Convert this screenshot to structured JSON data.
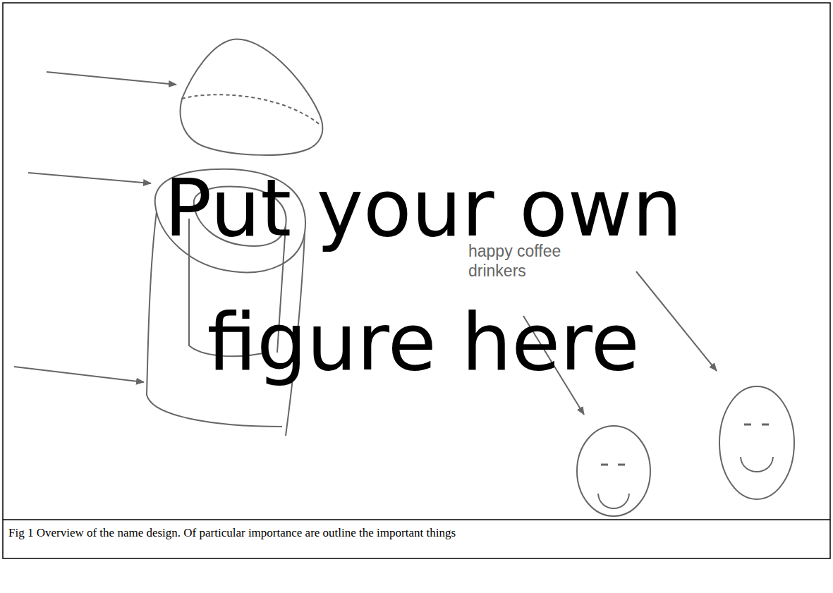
{
  "diagram": {
    "caption": "Fig 1 Overview of the name design. Of particular importance are outline the important things",
    "labels": [
      "Put your own figure here",
      "happy coffee drinkers"
    ]
  }
}
